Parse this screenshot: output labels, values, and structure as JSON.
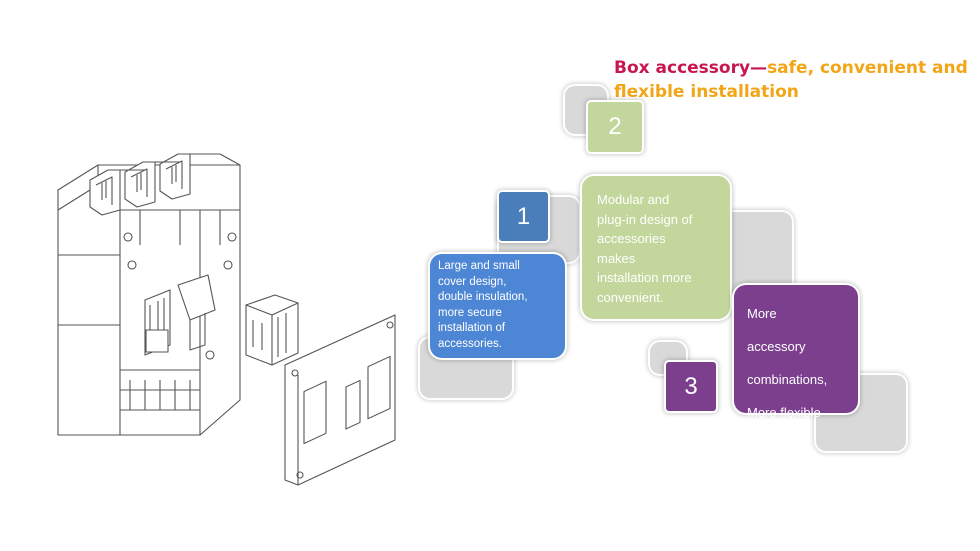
{
  "title": {
    "part1": "Box accessory—",
    "part2": "safe, convenient and flexible installation"
  },
  "colors": {
    "title_red": "#c8174f",
    "title_orange": "#f2a516",
    "blue": "#4d86d4",
    "badge_blue": "#4a7ebb",
    "green": "#c3d69b",
    "purple": "#7b3f8e",
    "gray": "#d9d9d9"
  },
  "items": [
    {
      "number": "1",
      "lines": [
        "Large and small",
        "cover design,",
        "double insulation,",
        "more secure",
        "installation of",
        "accessories."
      ]
    },
    {
      "number": "2",
      "lines": [
        "Modular and",
        "plug-in design of",
        "accessories",
        "makes",
        "installation more",
        "convenient."
      ]
    },
    {
      "number": "3",
      "lines": [
        "More",
        "accessory",
        "combinations,",
        "More flexible"
      ]
    }
  ]
}
